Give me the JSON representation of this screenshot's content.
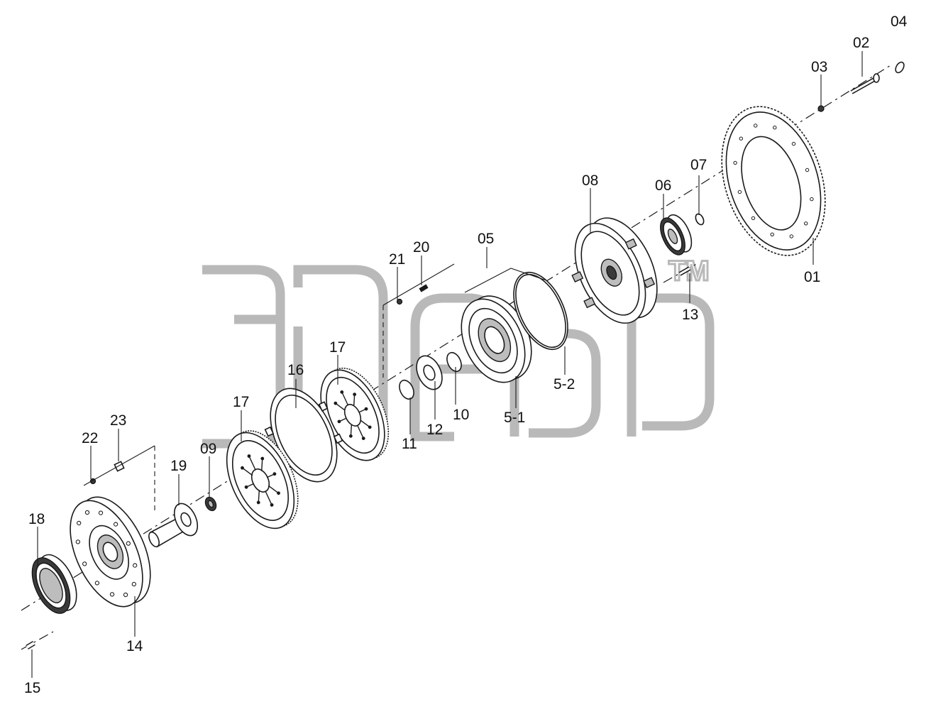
{
  "watermark": {
    "trademark": "TM"
  },
  "labels": {
    "p01": "01",
    "p02": "02",
    "p03": "03",
    "p04": "04",
    "p05": "05",
    "p06": "06",
    "p07": "07",
    "p08": "08",
    "p09": "09",
    "p10": "10",
    "p11": "11",
    "p12": "12",
    "p13": "13",
    "p14": "14",
    "p15": "15",
    "p16": "16",
    "p17a": "17",
    "p17b": "17",
    "p18": "18",
    "p19": "19",
    "p20": "20",
    "p21": "21",
    "p22": "22",
    "p23": "23",
    "p5_1": "5-1",
    "p5_2": "5-2"
  }
}
